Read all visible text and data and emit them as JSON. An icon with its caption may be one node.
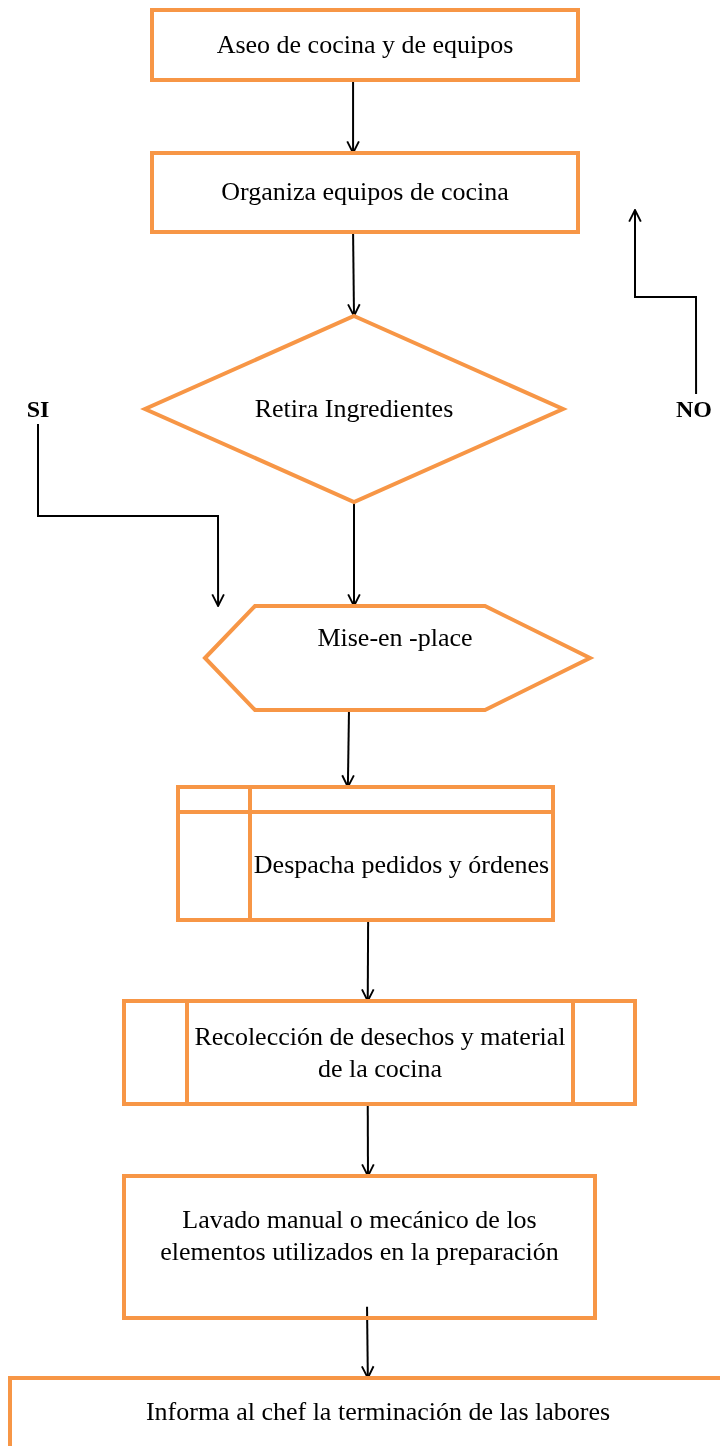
{
  "diagram": {
    "nodes": [
      {
        "text": [
          "Aseo de cocina y de equipos"
        ]
      },
      {
        "text": [
          "Organiza equipos de cocina"
        ]
      },
      {
        "text": [
          "Retira Ingredientes"
        ]
      },
      {
        "text": [
          "SI"
        ]
      },
      {
        "text": [
          "NO"
        ]
      },
      {
        "text": [
          "Mise-en -place"
        ]
      },
      {
        "text": [
          "Despacha pedidos y órdenes"
        ]
      },
      {
        "text": [
          "Recolección de desechos y material de la cocina"
        ]
      },
      {
        "text": [
          "Lavado manual o mecánico de los elementos utilizados en la preparación"
        ]
      },
      {
        "text": [
          "Informa al chef la terminación de las labores"
        ]
      }
    ],
    "edges": [
      {
        "from": 0,
        "to": 1,
        "arrow": "to"
      },
      {
        "from": 1,
        "to": 2,
        "arrow": "to"
      },
      {
        "from": 2,
        "to": 5,
        "arrow": "to"
      },
      {
        "from": 3,
        "to": 5,
        "arrow": "to"
      },
      {
        "from": 4,
        "to": null,
        "arrow": "to"
      },
      {
        "from": 5,
        "to": 6,
        "arrow": "to"
      },
      {
        "from": 6,
        "to": 7,
        "arrow": "to"
      },
      {
        "from": 7,
        "to": 8,
        "arrow": "to"
      },
      {
        "from": 8,
        "to": 9,
        "arrow": "to"
      }
    ]
  }
}
